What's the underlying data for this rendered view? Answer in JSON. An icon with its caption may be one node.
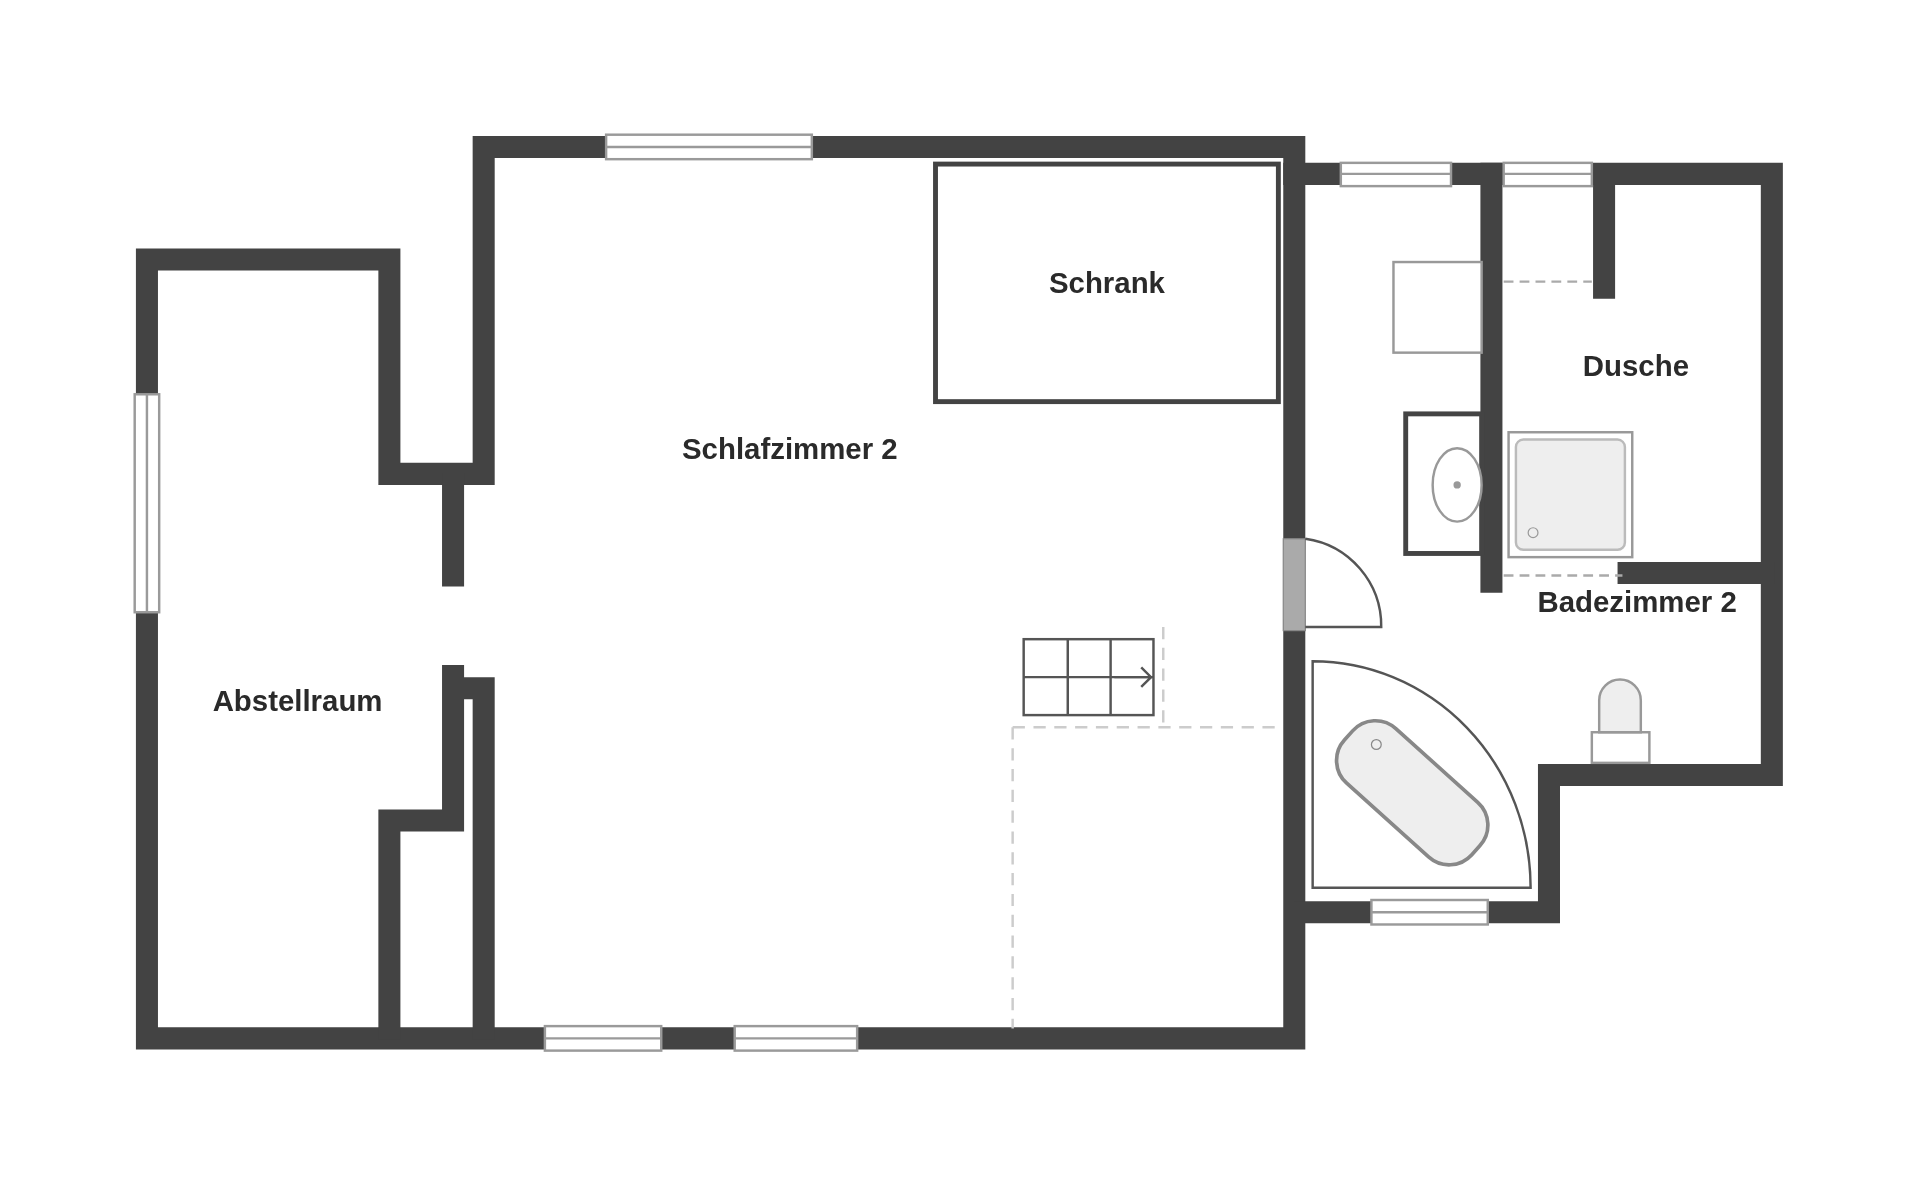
{
  "diagram": {
    "nodes": [
      {
        "text": [
          "Abstellraum"
        ]
      },
      {
        "text": [
          "Schlafzimmer 2"
        ]
      },
      {
        "text": [
          "Schrank"
        ],
        "in": 1
      },
      {
        "text": [
          "Badezimmer 2"
        ]
      },
      {
        "text": [
          "Dusche"
        ],
        "in": 3
      }
    ],
    "edges": []
  }
}
